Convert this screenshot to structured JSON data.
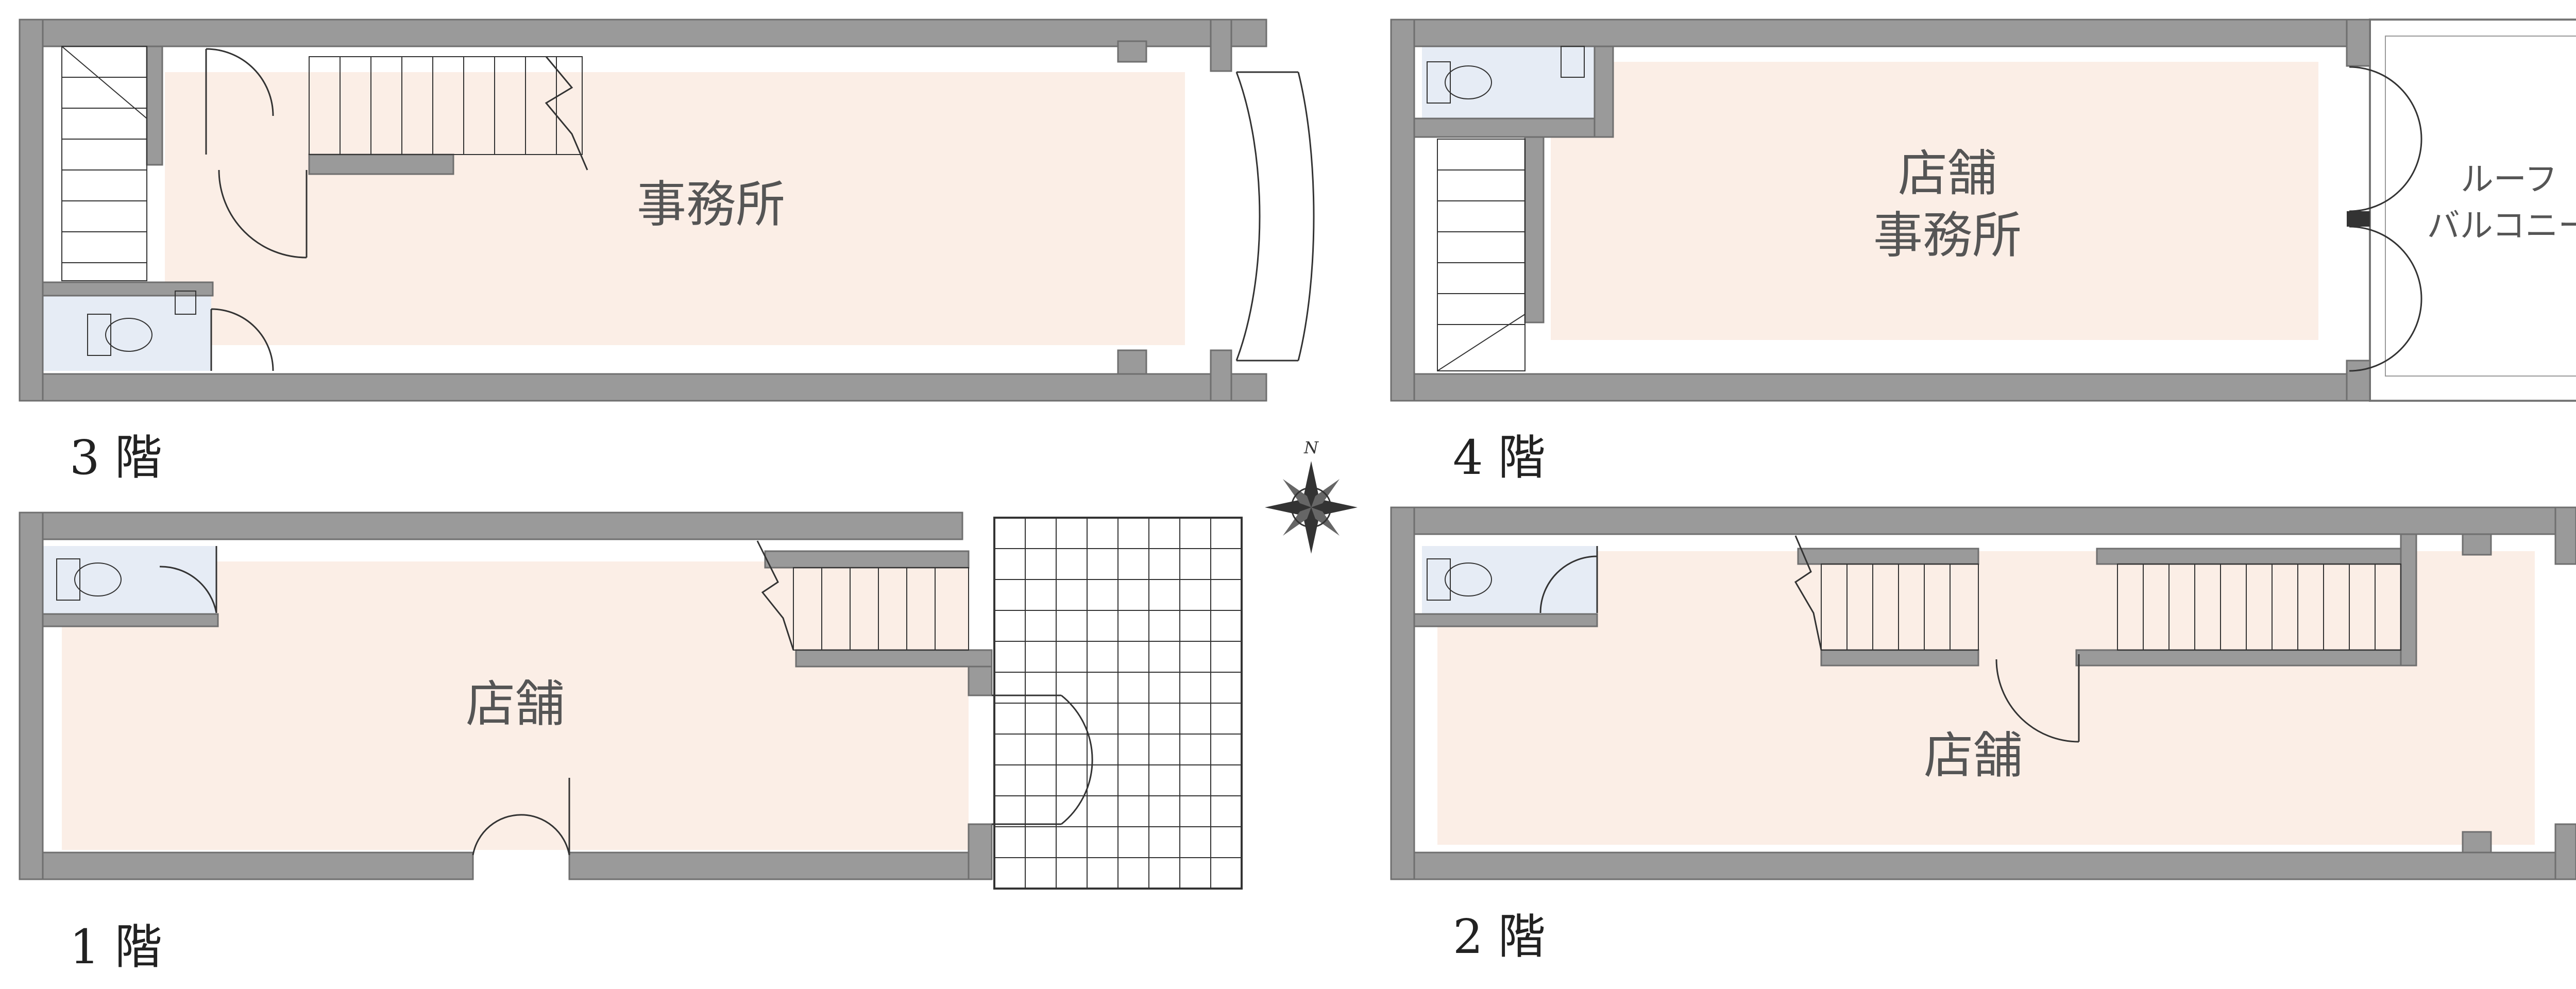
{
  "floors": {
    "f3": {
      "label": "3 階",
      "room": "事務所"
    },
    "f4": {
      "label": "4 階",
      "room_line1": "店舗",
      "room_line2": "事務所",
      "balcony_line1": "ルーフ",
      "balcony_line2": "バルコニー"
    },
    "f1": {
      "label": "1 階",
      "room": "店舗"
    },
    "f2": {
      "label": "2 階",
      "room": "店舗"
    }
  },
  "compass": {
    "north": "N"
  },
  "colors": {
    "wall": "#9a9a9a",
    "floor": "#fbeee6",
    "toilet_area": "#e6ecf5"
  }
}
